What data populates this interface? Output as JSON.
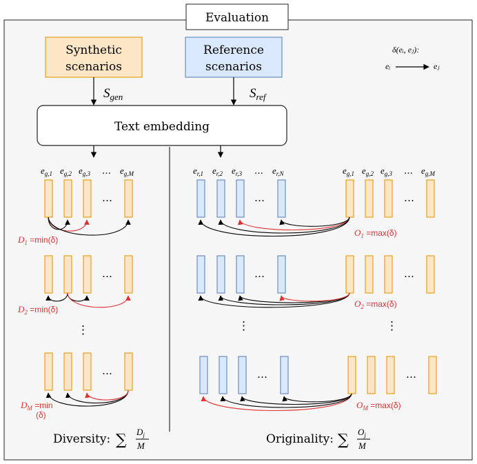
{
  "title": "Evaluation",
  "boxes": {
    "synthetic": {
      "line1": "Synthetic",
      "line2": "scenarios"
    },
    "reference": {
      "line1": "Reference",
      "line2": "scenarios"
    },
    "embedding": "Text embedding"
  },
  "arrow_labels": {
    "gen": "S",
    "gen_sub": "gen",
    "ref": "S",
    "ref_sub": "ref"
  },
  "legend": {
    "delta": "δ(eᵢ, eⱼ):",
    "from": "eᵢ",
    "to": "eⱼ"
  },
  "left": {
    "headers": [
      "e",
      "e",
      "e",
      "…",
      "e"
    ],
    "header_subs": [
      "g,1",
      "g,2",
      "g,3",
      "",
      "g,M"
    ],
    "rows": [
      {
        "label": "D",
        "sub": "1",
        "text": " =min(δ)"
      },
      {
        "label": "D",
        "sub": "2",
        "text": " =min(δ)"
      },
      {
        "label": "D",
        "sub": "M",
        "text": " =min",
        "text2": "(δ)"
      }
    ],
    "ellipsis": "…",
    "vdots": "⋮",
    "formula_label": "Diversity:",
    "formula_sum": "∑",
    "formula_num": "D",
    "formula_num_sub": "j",
    "formula_den": "M"
  },
  "right": {
    "ref_headers": [
      "e",
      "e",
      "e",
      "…",
      "e"
    ],
    "ref_subs": [
      "r,1",
      "r,2",
      "r,3",
      "",
      "r,N"
    ],
    "gen_headers": [
      "e",
      "e",
      "e",
      "…",
      "e"
    ],
    "gen_subs": [
      "g,1",
      "g,2",
      "g,3",
      "",
      "g,M"
    ],
    "rows": [
      {
        "label": "O",
        "sub": "1",
        "text": " =max(δ)"
      },
      {
        "label": "O",
        "sub": "2",
        "text": " =max(δ)"
      },
      {
        "label": "O",
        "sub": "M",
        "text": " =max(δ)"
      }
    ],
    "ellipsis": "…",
    "vdots": "⋮",
    "formula_label": "Originality:",
    "formula_sum": "∑",
    "formula_num": "O",
    "formula_num_sub": "j",
    "formula_den": "M"
  },
  "colors": {
    "orange_fill": "#fde6c6",
    "orange_stroke": "#e6a020",
    "blue_fill": "#dae8fc",
    "blue_stroke": "#6c8ebf",
    "panel_fill": "#f6f6f6",
    "red": "#e03030",
    "black": "#000000"
  }
}
